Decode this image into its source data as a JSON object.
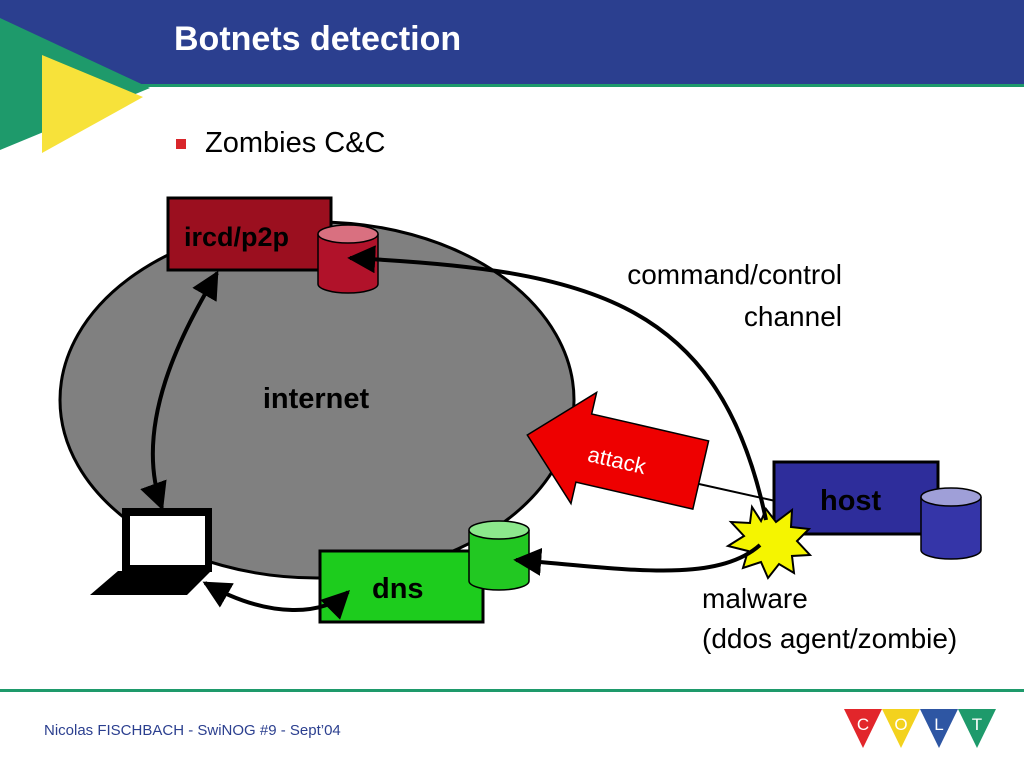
{
  "slide": {
    "title": "Botnets detection",
    "bullet": "Zombies C&C",
    "footer": "Nicolas FISCHBACH - SwiNOG #9 - Sept’04"
  },
  "diagram": {
    "nodes": {
      "ircd": "ircd/p2p",
      "internet": "internet",
      "host": "host",
      "dns": "dns",
      "attack": "attack"
    },
    "labels": {
      "cc_line1": "command/control",
      "cc_line2": "channel",
      "malware_line1": "malware",
      "malware_line2": "(ddos agent/zombie)"
    },
    "colors": {
      "ircd": "#9b0f1f",
      "host": "#2e2d9b",
      "dns": "#1dcc1d",
      "attack": "#ee0000",
      "internet": "#808080"
    }
  },
  "logo": {
    "letters": [
      "C",
      "O",
      "L",
      "T"
    ],
    "colors": [
      "#e2262b",
      "#f3d21e",
      "#2e56a3",
      "#1e9a6b"
    ]
  }
}
